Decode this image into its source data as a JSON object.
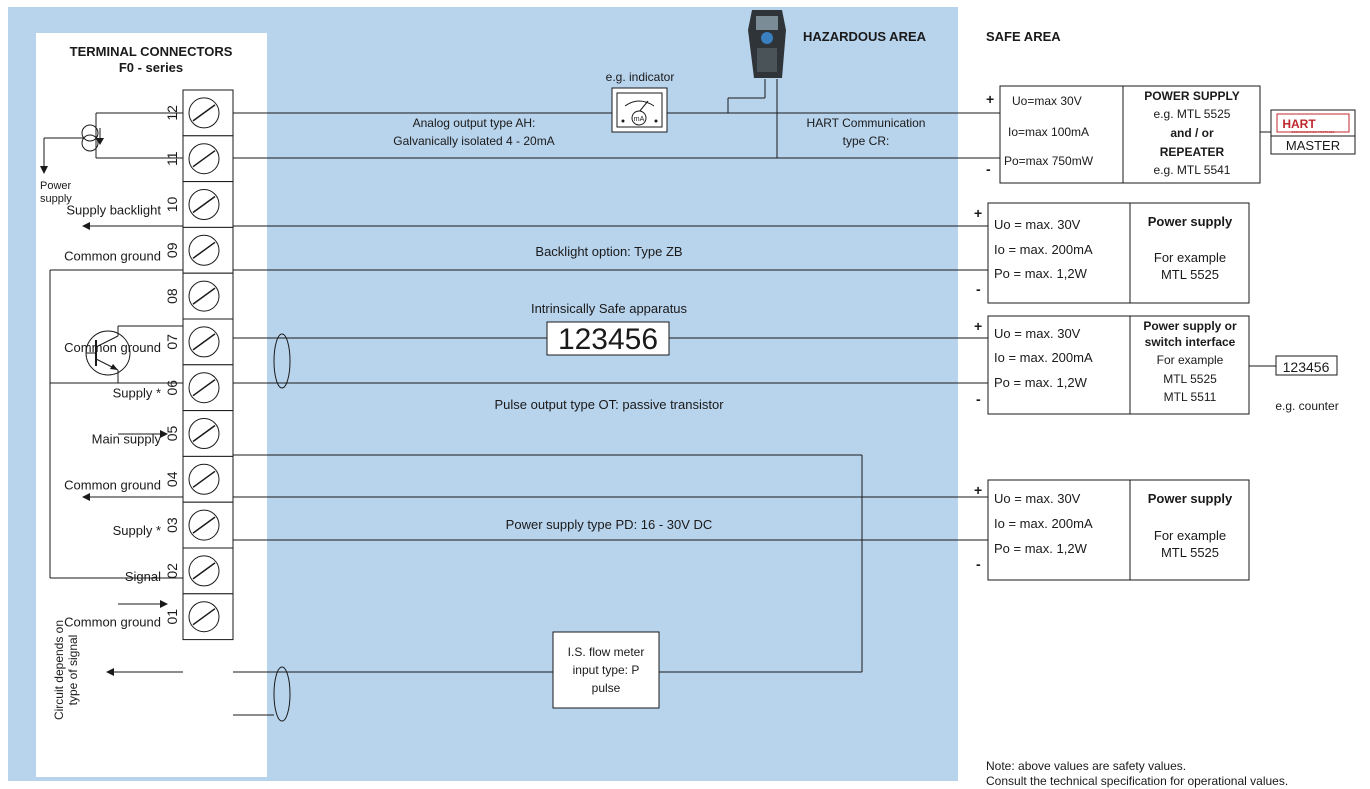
{
  "areas": {
    "hazardous": "HAZARDOUS AREA",
    "safe": "SAFE AREA"
  },
  "terminal_panel": {
    "title_line1": "TERMINAL CONNECTORS",
    "title_line2": "F0 - series",
    "terminals": [
      {
        "num": "12",
        "label": ""
      },
      {
        "num": "11",
        "label": ""
      },
      {
        "num": "10",
        "label": "Supply backlight"
      },
      {
        "num": "09",
        "label": "Common ground"
      },
      {
        "num": "08",
        "label": ""
      },
      {
        "num": "07",
        "label": "Common ground"
      },
      {
        "num": "06",
        "label": "Supply *"
      },
      {
        "num": "05",
        "label": "Main supply"
      },
      {
        "num": "04",
        "label": "Common ground"
      },
      {
        "num": "03",
        "label": "Supply *"
      },
      {
        "num": "02",
        "label": "Signal"
      },
      {
        "num": "01",
        "label": "Common ground"
      }
    ],
    "power_supply_line1": "Power",
    "power_supply_line2": "supply",
    "circuit_note_line1": "Circuit depends on",
    "circuit_note_line2": "type of signal"
  },
  "hazardous": {
    "indicator_label": "e.g. indicator",
    "meter_unit": "mA",
    "analog_line1": "Analog output type AH:",
    "analog_line2": "Galvanically isolated 4 - 20mA",
    "hart_line1": "HART Communication",
    "hart_line2": "type CR:",
    "backlight_label": "Backlight option: Type ZB",
    "is_apparatus_label": "Intrinsically Safe apparatus",
    "counter_display": "123456",
    "pulse_label": "Pulse output type OT: passive transistor",
    "power_pd_label": "Power supply type PD: 16 - 30V DC",
    "flow_meter_line1": "I.S. flow meter",
    "flow_meter_line2": "input type: P",
    "flow_meter_line3": "pulse"
  },
  "safe": {
    "box1": {
      "plus": "+",
      "minus": "-",
      "v1": "Uo=max 30V",
      "v2": "Io=max 100mA",
      "v3": "Po=max 750mW",
      "title": "POWER SUPPLY",
      "l1": "e.g. MTL 5525",
      "l2": "and / or",
      "l3": "REPEATER",
      "l4": "e.g. MTL 5541"
    },
    "box2": {
      "plus": "+",
      "minus": "-",
      "v1": "Uo = max. 30V",
      "v2": "Io  = max. 200mA",
      "v3": "Po = max. 1,2W",
      "title": "Power supply",
      "l1": "For example",
      "l2": "MTL 5525"
    },
    "box3": {
      "plus": "+",
      "minus": "-",
      "v1": "Uo = max. 30V",
      "v2": "Io  = max. 200mA",
      "v3": "Po = max. 1,2W",
      "title1": "Power supply or",
      "title2": "switch interface",
      "l1": "For example",
      "l2": "MTL 5525",
      "l3": "MTL 5511"
    },
    "box4": {
      "plus": "+",
      "minus": "-",
      "v1": "Uo = max. 30V",
      "v2": "Io  = max. 200mA",
      "v3": "Po = max. 1,2W",
      "title": "Power supply",
      "l1": "For example",
      "l2": "MTL 5525"
    },
    "hart_logo": "HART",
    "hart_logo_sub": "COMMUNICATION PROTOCOL",
    "master_label": "MASTER",
    "counter_display": "123456",
    "counter_label": "e.g. counter",
    "note_line1": "Note: above values are safety values.",
    "note_line2": "Consult the technical specification for operational values."
  },
  "colors": {
    "hazard_bg": "#b8d3ec",
    "panel_bg": "#ffffff",
    "wire": "#1a1a1a"
  }
}
